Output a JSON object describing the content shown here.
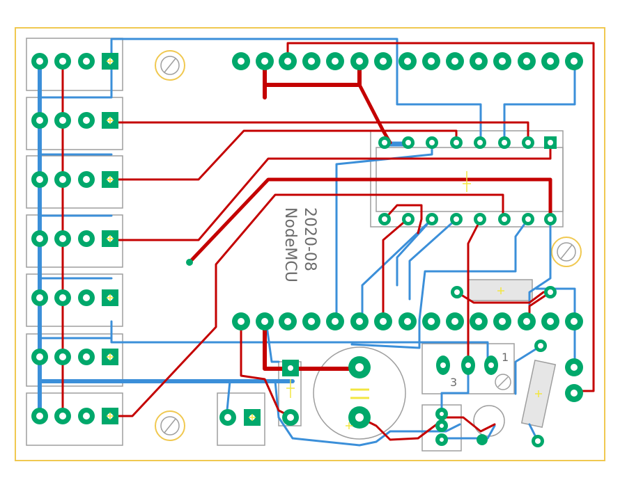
{
  "board": {
    "label_year": "2020-08",
    "label_name": "NodeMCU",
    "pin1_label": "1",
    "pin3_label": "3"
  },
  "colors": {
    "background": "#ffffff",
    "outline": "#f0c850",
    "silkscreen": "#9e9e9e",
    "pad": "#00a86b",
    "pad_plus_marker": "#f2e640",
    "top_copper": "#c40000",
    "bottom_copper": "#3b8fd9"
  },
  "components": {
    "terminal_blocks": "terminal-block-4pin",
    "header_top": "pin-header-15",
    "header_bottom": "pin-header-15",
    "ic_socket": "dip-16-socket",
    "capacitor": "electrolytic-capacitor",
    "regulator": "voltage-regulator",
    "resistors": "resistor",
    "mounting_holes": "mounting-hole"
  }
}
